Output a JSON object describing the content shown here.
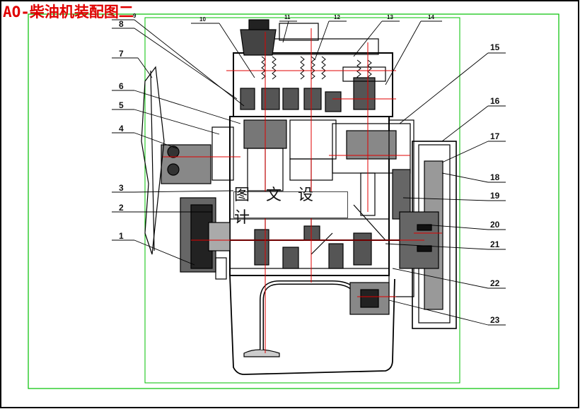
{
  "title": "AO-柴油机装配图二",
  "watermark": "图 文 设 计",
  "colors": {
    "title": "#e00000",
    "frame_outer": "#000000",
    "frame_inner": "#00c000",
    "centerline": "#e00000",
    "drawing": "#000000"
  },
  "callouts": {
    "left": [
      "9",
      "8",
      "7",
      "6",
      "5",
      "4",
      "3",
      "2",
      "1"
    ],
    "top": [
      "10",
      "11",
      "12",
      "13",
      "14"
    ],
    "right": [
      "15",
      "16",
      "17",
      "18",
      "19",
      "20",
      "21",
      "22",
      "23"
    ]
  }
}
